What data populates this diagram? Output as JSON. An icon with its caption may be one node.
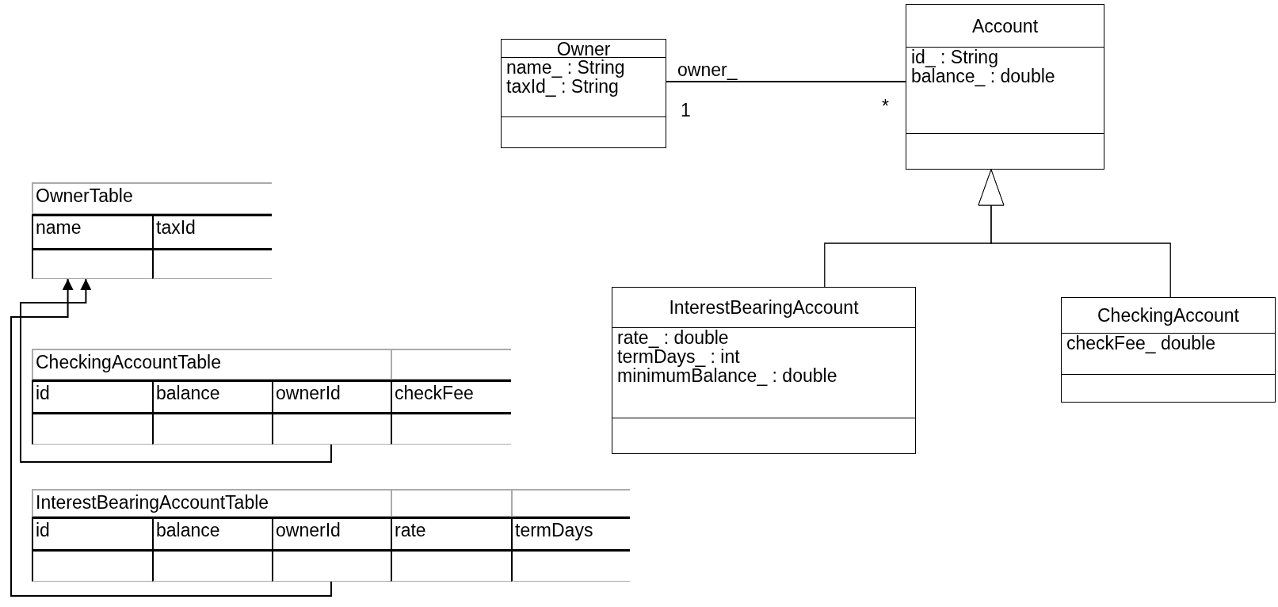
{
  "diagram": {
    "nodes": [
      {
        "text": [
          "Owner",
          "name_ : String",
          "taxId_ : String"
        ],
        "beside": [
          "1"
        ]
      },
      {
        "text": [
          "Account",
          "id_ : String",
          "balance_ : double"
        ],
        "beside": [
          "*"
        ]
      },
      {
        "text": [
          "InterestBearingAccount",
          "rate_ : double",
          "termDays_ : int",
          "minimumBalance_ : double"
        ]
      },
      {
        "text": [
          "CheckingAccount",
          "checkFee_ double"
        ]
      },
      {
        "text": [
          "OwnerTable"
        ]
      },
      {
        "text": [
          "name"
        ],
        "in": 4
      },
      {
        "text": [
          "taxId"
        ],
        "in": 4
      },
      {
        "text": [],
        "shape": "box",
        "in": 4
      },
      {
        "text": [],
        "shape": "box",
        "in": 4
      },
      {
        "text": [
          "CheckingAccountTable"
        ]
      },
      {
        "text": [],
        "shape": "box",
        "in": 9
      },
      {
        "text": [
          "id"
        ],
        "in": 9
      },
      {
        "text": [
          "balance"
        ],
        "in": 9
      },
      {
        "text": [
          "ownerId"
        ],
        "in": 9
      },
      {
        "text": [
          "checkFee"
        ],
        "in": 9
      },
      {
        "text": [],
        "shape": "box",
        "in": 9
      },
      {
        "text": [],
        "shape": "box",
        "in": 9
      },
      {
        "text": [],
        "shape": "box",
        "in": 9
      },
      {
        "text": [],
        "shape": "box",
        "in": 9
      },
      {
        "text": [
          "InterestBearingAccountTable"
        ]
      },
      {
        "text": [],
        "shape": "box",
        "in": 19
      },
      {
        "text": [],
        "shape": "box",
        "in": 19
      },
      {
        "text": [
          "id"
        ],
        "in": 19
      },
      {
        "text": [
          "balance"
        ],
        "in": 19
      },
      {
        "text": [
          "ownerId"
        ],
        "in": 19
      },
      {
        "text": [
          "rate"
        ],
        "in": 19
      },
      {
        "text": [
          "termDays"
        ],
        "in": 19
      },
      {
        "text": [],
        "shape": "box",
        "in": 19
      },
      {
        "text": [],
        "shape": "box",
        "in": 19
      },
      {
        "text": [],
        "shape": "box",
        "in": 19
      },
      {
        "text": [],
        "shape": "box",
        "in": 19
      },
      {
        "text": [],
        "shape": "box",
        "in": 19
      }
    ],
    "edges": [
      {
        "from": 0,
        "to": 1,
        "arrow": "none",
        "label": "owner_"
      },
      {
        "from": 2,
        "to": 1,
        "arrow": "to"
      },
      {
        "from": 3,
        "to": 1,
        "arrow": "to"
      },
      {
        "from": 17,
        "to": 7,
        "arrow": "to"
      },
      {
        "from": 29,
        "to": 7,
        "arrow": "to"
      }
    ]
  }
}
